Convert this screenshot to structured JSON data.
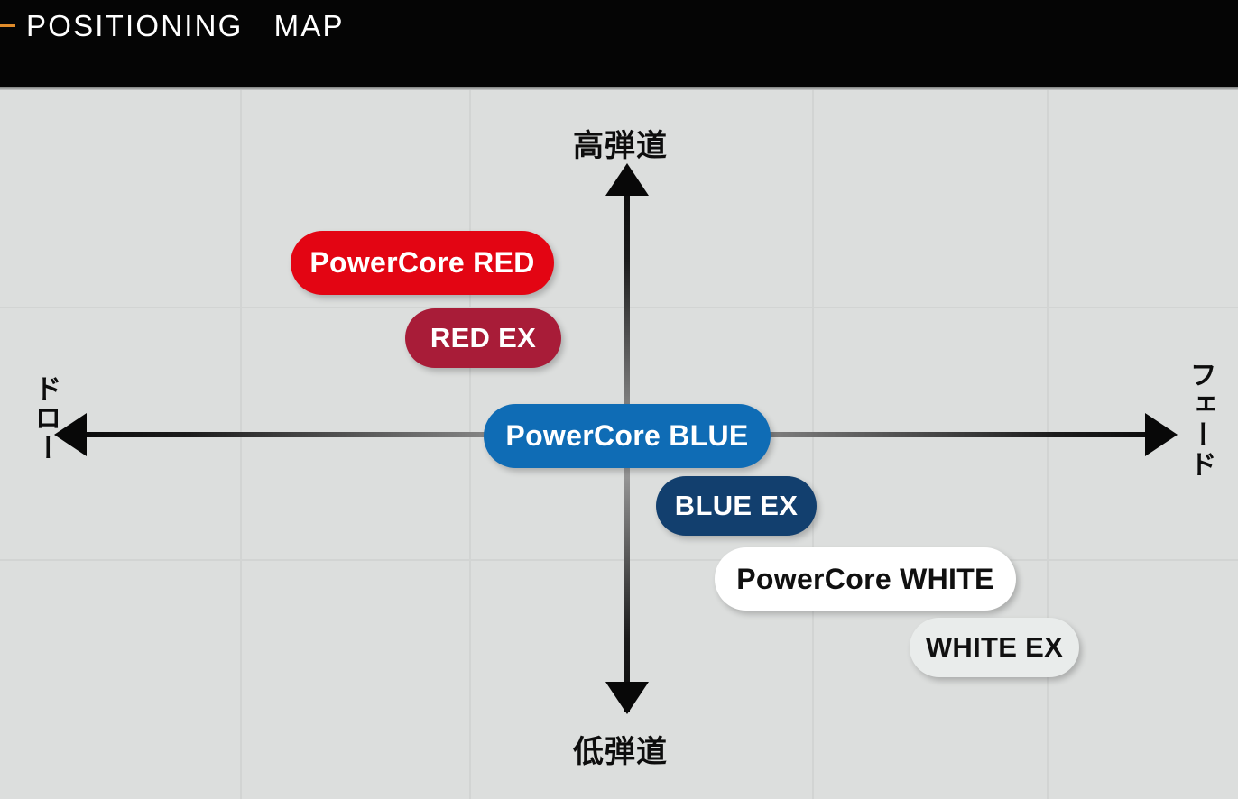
{
  "header": {
    "title": "POSITIONING   MAP",
    "accent_color": "#e08b2a",
    "background_color": "#050505",
    "text_color": "#ffffff"
  },
  "map": {
    "background_color": "#dcdedd",
    "axes": {
      "vertical": {
        "top_label": "高弾道",
        "bottom_label": "低弾道"
      },
      "horizontal": {
        "left_label": "ドロー",
        "right_label": "フェード"
      }
    },
    "products": [
      {
        "name": "PowerCore RED",
        "fill_color": "#e30513",
        "text_color": "#ffffff",
        "quadrant": "upper-left"
      },
      {
        "name": "RED EX",
        "fill_color": "#a81c38",
        "text_color": "#ffffff",
        "quadrant": "upper-left"
      },
      {
        "name": "PowerCore BLUE",
        "fill_color": "#0f6cb5",
        "text_color": "#ffffff",
        "quadrant": "center"
      },
      {
        "name": "BLUE EX",
        "fill_color": "#123f6e",
        "text_color": "#ffffff",
        "quadrant": "lower-right"
      },
      {
        "name": "PowerCore WHITE",
        "fill_color": "#ffffff",
        "text_color": "#101010",
        "quadrant": "lower-right"
      },
      {
        "name": "WHITE EX",
        "fill_color": "#e9eceb",
        "text_color": "#101010",
        "quadrant": "lower-right"
      }
    ]
  },
  "chart_data": {
    "type": "scatter",
    "title": "POSITIONING   MAP",
    "xlabel": "",
    "ylabel": "",
    "x_axis": {
      "left_label": "ドロー",
      "right_label": "フェード",
      "range": [
        -1,
        1
      ]
    },
    "y_axis": {
      "top_label": "高弾道",
      "bottom_label": "低弾道",
      "range": [
        -1,
        1
      ]
    },
    "grid": false,
    "legend": "none",
    "points": [
      {
        "label": "PowerCore RED",
        "x": -0.44,
        "y": 0.45,
        "color": "#e30513"
      },
      {
        "label": "RED EX",
        "x": -0.21,
        "y": 0.25,
        "color": "#a81c38"
      },
      {
        "label": "PowerCore BLUE",
        "x": 0.0,
        "y": 0.0,
        "color": "#0f6cb5"
      },
      {
        "label": "BLUE EX",
        "x": 0.2,
        "y": -0.2,
        "color": "#123f6e"
      },
      {
        "label": "PowerCore WHITE",
        "x": 0.42,
        "y": -0.4,
        "color": "#ffffff"
      },
      {
        "label": "WHITE EX",
        "x": 0.62,
        "y": -0.6,
        "color": "#e9eceb"
      }
    ]
  }
}
